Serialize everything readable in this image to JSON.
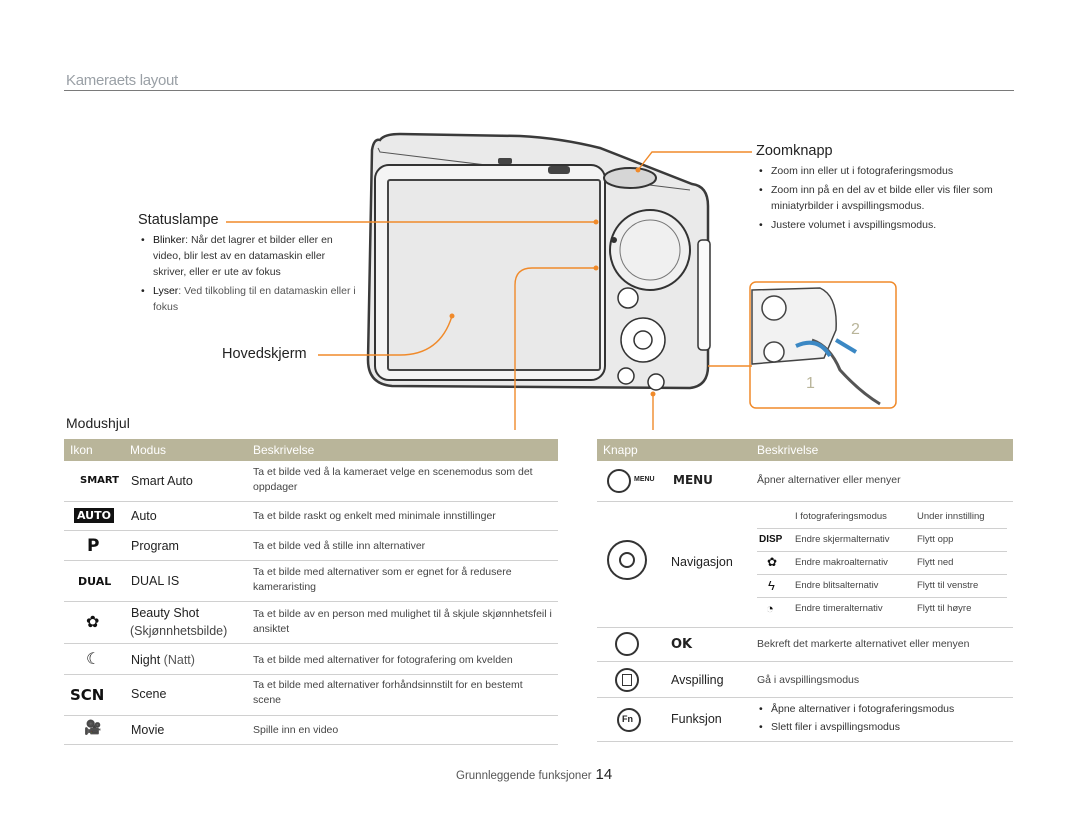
{
  "header": {
    "title": "Kameraets layout"
  },
  "zoom": {
    "title": "Zoomknapp",
    "bullets": [
      "Zoom inn eller ut i fotograferingsmodus",
      "Zoom inn på en del av et bilde eller vis filer som miniatyrbilder i avspillingsmodus.",
      "Justere volumet i avspillingsmodus."
    ]
  },
  "status": {
    "title": "Statuslampe",
    "blinker_label": "Blinker",
    "blinker_text": ": Når det lagrer et bilder eller en video, blir lest av en datamaskin eller skriver, eller er ute av fokus",
    "lyser_label": "Lyser",
    "lyser_text": ": Ved tilkobling til en datamaskin eller i fokus"
  },
  "screen": {
    "title": "Hovedskjerm"
  },
  "strap_numbers": [
    "2",
    "1"
  ],
  "mode_table": {
    "section_title": "Modushjul",
    "headers": [
      "Ikon",
      "Modus",
      "Beskrivelse"
    ],
    "rows": [
      {
        "icon": "smart-auto-icon",
        "icon_text": "SMART",
        "mode": "Smart Auto",
        "mode2": "",
        "desc": "Ta et bilde ved å la kameraet velge en scenemodus som det oppdager"
      },
      {
        "icon": "auto-icon",
        "icon_text": "AUTO",
        "mode": "Auto",
        "mode2": "",
        "desc": "Ta et bilde raskt og enkelt med minimale innstillinger"
      },
      {
        "icon": "program-icon",
        "icon_text": "P",
        "mode": "Program",
        "mode2": "",
        "desc": "Ta et bilde ved å stille inn alternativer"
      },
      {
        "icon": "dual-is-icon",
        "icon_text": "DUAL",
        "mode": "DUAL IS",
        "mode2": "",
        "desc": "Ta et bilde med alternativer som er egnet for å redusere kameraristing"
      },
      {
        "icon": "beauty-shot-icon",
        "icon_text": "✿",
        "mode": "Beauty Shot",
        "mode2": "(Skjønnhetsbilde)",
        "desc": "Ta et bilde av en person med mulighet til å skjule skjønnhetsfeil i ansiktet"
      },
      {
        "icon": "night-icon",
        "icon_text": "☾",
        "mode": "Night",
        "mode2": "(Natt)",
        "desc": "Ta et bilde med alternativer for fotografering om kvelden"
      },
      {
        "icon": "scene-icon",
        "icon_text": "SCN",
        "mode": "Scene",
        "mode2": "",
        "desc": "Ta et bilde med alternativer forhåndsinnstilt for en bestemt scene"
      },
      {
        "icon": "movie-icon",
        "icon_text": "🎥",
        "mode": "Movie",
        "mode2": "",
        "desc": "Spille inn en video"
      }
    ]
  },
  "button_table": {
    "headers": [
      "Knapp",
      "Beskrivelse"
    ],
    "menu": {
      "label": "MENU",
      "btn": "MENU",
      "desc": "Åpner alternativer eller menyer"
    },
    "nav": {
      "label": "Navigasjon",
      "sub": [
        {
          "icon": "",
          "opt": "I fotograferingsmodus",
          "other": "Under innstilling"
        },
        {
          "icon": "DISP",
          "opt": "Endre skjermalternativ",
          "other": "Flytt opp"
        },
        {
          "icon": "✿",
          "opt": "Endre makroalternativ",
          "other": "Flytt ned"
        },
        {
          "icon": "ϟ",
          "opt": "Endre blitsalternativ",
          "other": "Flytt til venstre"
        },
        {
          "icon": "◔",
          "opt": "Endre timeralternativ",
          "other": "Flytt til høyre"
        }
      ]
    },
    "ok": {
      "label": "OK",
      "desc": "Bekreft det markerte alternativet eller menyen"
    },
    "play": {
      "label": "Avspilling",
      "desc": "Gå i avspillingsmodus"
    },
    "fn": {
      "label": "Funksjon",
      "bullets": [
        "Åpne alternativer i fotograferingsmodus",
        "Slett filer i avspillingsmodus"
      ]
    }
  },
  "footer": {
    "text": "Grunnleggende funksjoner",
    "page": "14"
  },
  "colors": {
    "accent": "#f08a2a",
    "table_header": "#b9b59a",
    "title": "#9aa0a6"
  }
}
